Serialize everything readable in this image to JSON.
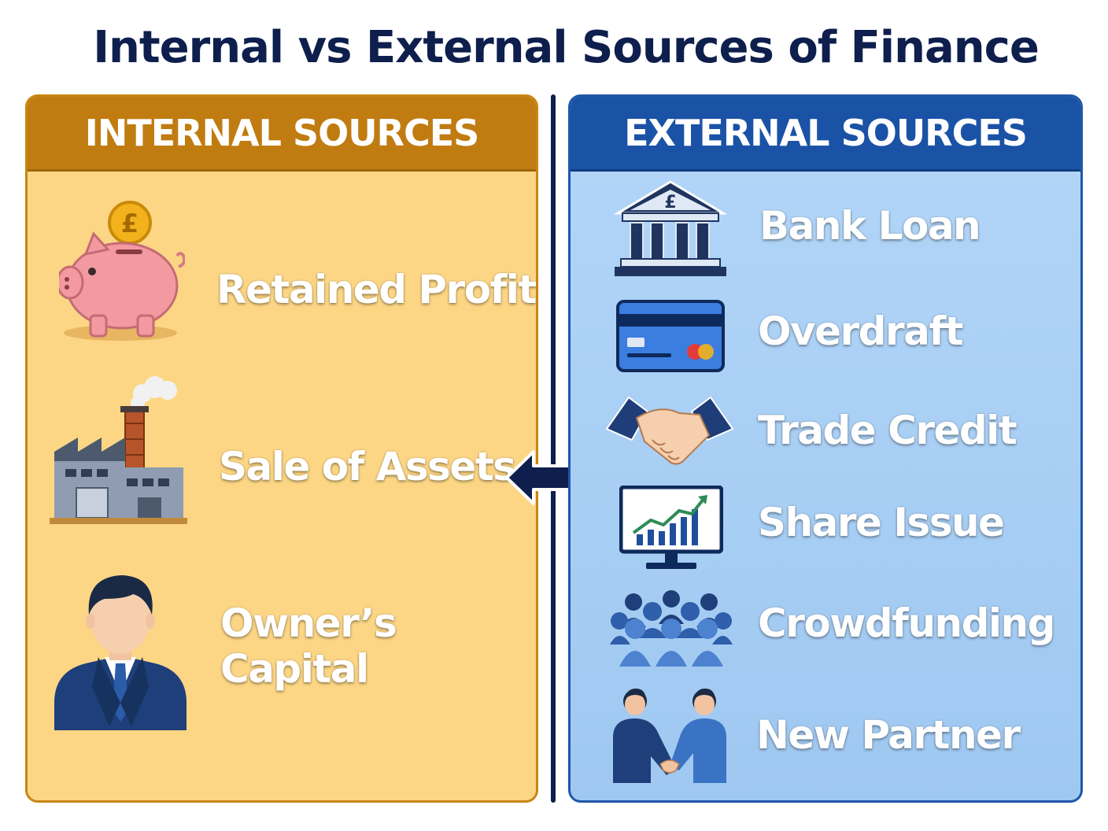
{
  "title": "Internal vs External Sources of Finance",
  "internal": {
    "header": "INTERNAL SOURCES",
    "items": [
      {
        "label": "Retained Profit",
        "icon": "piggy-bank-icon"
      },
      {
        "label": "Sale of Assets",
        "icon": "factory-icon"
      },
      {
        "label": "Owner’s Capital",
        "icon": "businessman-icon"
      }
    ]
  },
  "external": {
    "header": "EXTERNAL SOURCES",
    "items": [
      {
        "label": "Bank Loan",
        "icon": "bank-icon"
      },
      {
        "label": "Overdraft",
        "icon": "credit-card-icon"
      },
      {
        "label": "Trade Credit",
        "icon": "handshake-icon"
      },
      {
        "label": "Share Issue",
        "icon": "stock-chart-monitor-icon"
      },
      {
        "label": "Crowdfunding",
        "icon": "crowd-icon"
      },
      {
        "label": "New Partner",
        "icon": "partners-handshake-icon"
      }
    ]
  },
  "bank_symbol": "£",
  "coin_symbol": "£",
  "colors": {
    "title": "#0e1f4d",
    "internal_bg": "#fcd684",
    "internal_header": "#c07c10",
    "external_bg": "#a9cdf3",
    "external_header": "#1a52a6",
    "divider": "#0e1f4d"
  }
}
